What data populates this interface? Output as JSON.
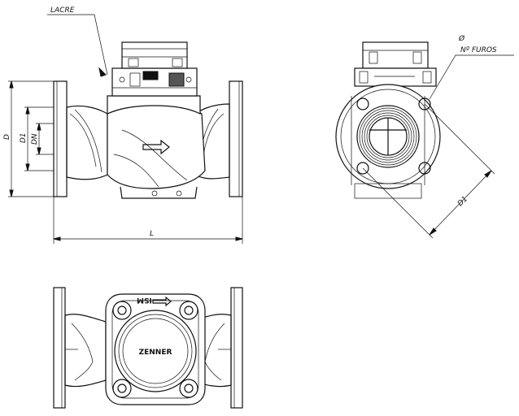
{
  "labels": {
    "seal": "LACRE",
    "diameter_symbol": "Ø",
    "holes": "Nº FUROS",
    "d": "D",
    "d1_side": "D1",
    "dn": "DN",
    "length": "L",
    "d1_front": "D1",
    "brand": "ZENNER",
    "model": "ISM"
  }
}
